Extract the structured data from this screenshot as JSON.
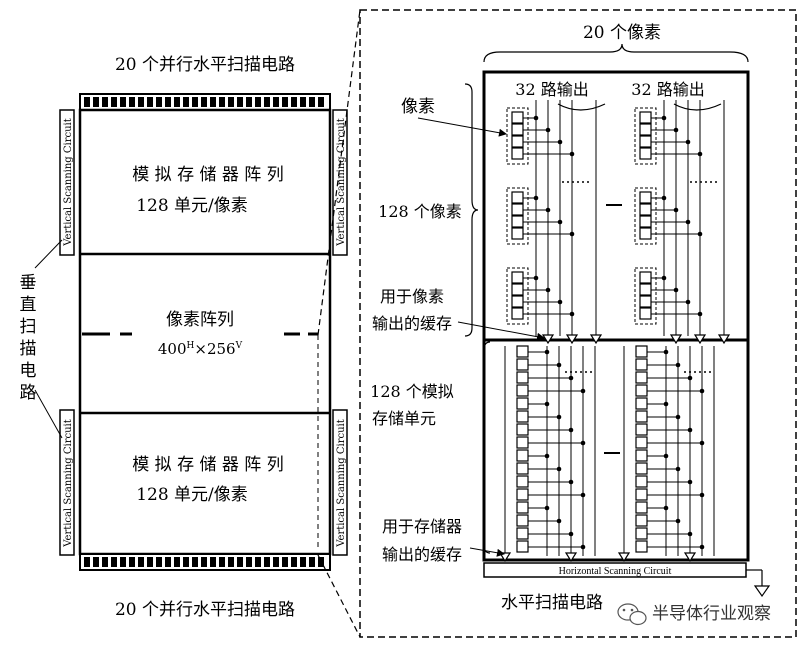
{
  "left_panel": {
    "top_label": "20 个并行水平扫描电路",
    "bottom_label": "20 个并行水平扫描电路",
    "vertical_circuit_label": "Vertical Scanning Circuit",
    "side_label": "垂直扫描电路",
    "storage_top_line1": "模 拟 存 储 器 阵 列",
    "storage_top_line2": "128 单元/像素",
    "pixel_array_line1": "像素阵列",
    "pixel_array_size": "400",
    "pixel_array_h": "H",
    "pixel_array_times": "×256",
    "pixel_array_v": "V",
    "storage_bottom_line1": "模 拟 存 储 器 阵 列",
    "storage_bottom_line2": "128 单元/像素"
  },
  "right_panel": {
    "top_label": "20 个像素",
    "output_left": "32 路输出",
    "output_right": "32 路输出",
    "pixel_label": "像素",
    "pixels_128": "128 个像素",
    "pixel_buffer_line1": "用于像素",
    "pixel_buffer_line2": "输出的缓存",
    "analog_cells_line1": "128 个模拟",
    "analog_cells_line2": "存储单元",
    "memory_buffer_line1": "用于存储器",
    "memory_buffer_line2": "输出的缓存",
    "horizontal_circuit": "Horizontal Scanning Circuit",
    "horizontal_label": "水平扫描电路"
  },
  "watermark": "半导体行业观察"
}
